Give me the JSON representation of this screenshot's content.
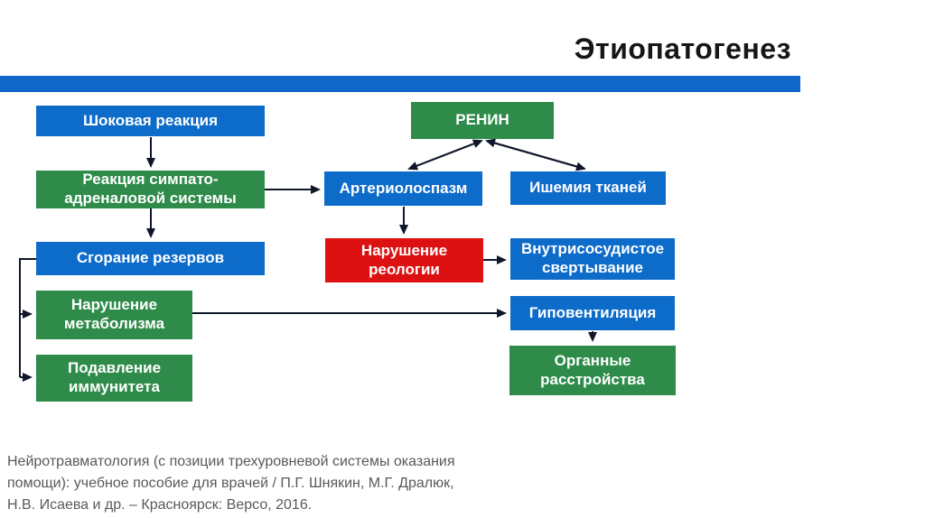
{
  "title": "Этиопатогенез",
  "nodes": {
    "shock": {
      "label": "Шоковая реакция",
      "color": "#0d6bc9"
    },
    "sympatho": {
      "label": "Реакция симпато-\nадреналовой системы",
      "color": "#2e8b4a"
    },
    "reserves": {
      "label": "Сгорание резервов",
      "color": "#0d6bc9"
    },
    "metabolism": {
      "label": "Нарушение\nметаболизма",
      "color": "#2e8b4a"
    },
    "immunity": {
      "label": "Подавление\nиммунитета",
      "color": "#2e8b4a"
    },
    "renin": {
      "label": "РЕНИН",
      "color": "#2e8b4a"
    },
    "arteriolospasm": {
      "label": "Артериолоспазм",
      "color": "#0d6bc9"
    },
    "ischemia": {
      "label": "Ишемия тканей",
      "color": "#0d6bc9"
    },
    "rheology": {
      "label": "Нарушение\nреологии",
      "color": "#dd1111"
    },
    "coagulation": {
      "label": "Внутрисосудистое\nсвертывание",
      "color": "#0d6bc9"
    },
    "hypoventilation": {
      "label": "Гиповентиляция",
      "color": "#0d6bc9"
    },
    "organ": {
      "label": "Органные\nрасстройства",
      "color": "#2e8b4a"
    }
  },
  "edges": [
    {
      "from": "shock",
      "to": "sympatho",
      "type": "arrow"
    },
    {
      "from": "sympatho",
      "to": "arteriolospasm",
      "type": "arrow"
    },
    {
      "from": "sympatho",
      "to": "reserves",
      "type": "arrow"
    },
    {
      "from": "reserves",
      "to": "metabolism",
      "type": "elbow-arrow"
    },
    {
      "from": "reserves",
      "to": "immunity",
      "type": "elbow-arrow"
    },
    {
      "from": "renin",
      "to": "arteriolospasm",
      "type": "double-arrow"
    },
    {
      "from": "renin",
      "to": "ischemia",
      "type": "double-arrow"
    },
    {
      "from": "arteriolospasm",
      "to": "rheology",
      "type": "arrow"
    },
    {
      "from": "rheology",
      "to": "coagulation",
      "type": "arrow"
    },
    {
      "from": "metabolism",
      "to": "hypoventilation",
      "type": "arrow"
    },
    {
      "from": "hypoventilation",
      "to": "organ",
      "type": "arrow"
    }
  ],
  "colors": {
    "accent_bar": "#1066c9",
    "node_blue": "#0d6bc9",
    "node_green": "#2e8b4a",
    "node_red": "#dd1111",
    "connector": "#10172b",
    "title_text": "#161616",
    "citation_text": "#58595b"
  },
  "citation": "Нейротравматология (с позиции трехуровневой системы оказания\nпомощи): учебное пособие для врачей / П.Г. Шнякин, М.Г. Дралюк,\nН.В. Исаева и др. – Красноярск: Версо, 2016."
}
